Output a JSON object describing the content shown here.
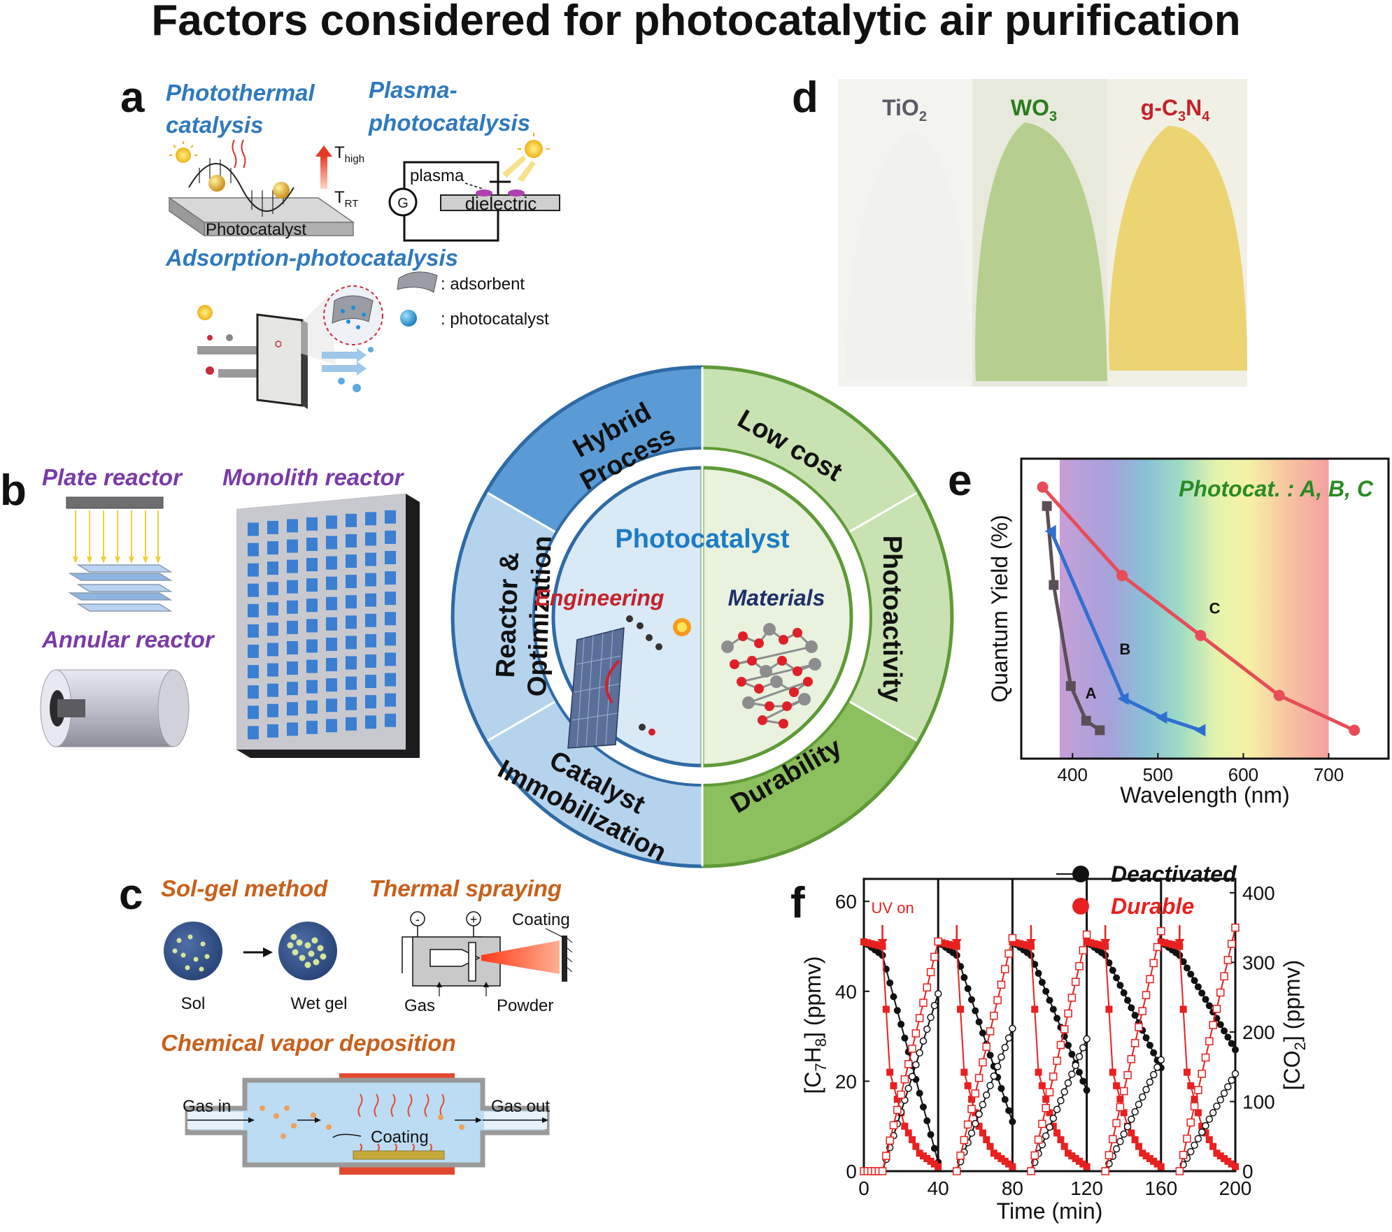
{
  "title": "Factors considered for photocatalytic air purification",
  "panels": {
    "a": {
      "label": "a",
      "photothermal_line1": "Photothermal",
      "photothermal_line2": "catalysis",
      "plasma_line1": "Plasma-",
      "plasma_line2": "photocatalysis",
      "t_high": "T",
      "t_high_sub": "high",
      "t_rt": "T",
      "t_rt_sub": "RT",
      "photocatalyst_plate": "Photocatalyst",
      "plasma_label": "plasma",
      "dielectric_label": "dielectric",
      "generator": "G",
      "adsorption_title": "Adsorption-photocatalysis",
      "legend_adsorbent": ": adsorbent",
      "legend_photocatalyst": ": photocatalyst"
    },
    "b": {
      "label": "b",
      "plate": "Plate reactor",
      "monolith": "Monolith reactor",
      "annular": "Annular reactor"
    },
    "c": {
      "label": "c",
      "solgel": "Sol-gel method",
      "thermal": "Thermal spraying",
      "sol": "Sol",
      "wetgel": "Wet gel",
      "minus": "-",
      "plus": "+",
      "coating_top": "Coating",
      "gas": "Gas",
      "powder": "Powder",
      "cvd": "Chemical vapor deposition",
      "gas_in": "Gas in",
      "gas_out": "Gas out",
      "coating_cvd": "Coating"
    },
    "d": {
      "label": "d",
      "tio2": "TiO",
      "tio2_sub": "2",
      "wo3": "WO",
      "wo3_sub": "3",
      "gcn_a": "g-C",
      "gcn_sub1": "3",
      "gcn_b": "N",
      "gcn_sub2": "4",
      "colors": {
        "tio2": "#f1f1ee",
        "wo3": "#b7cf8e",
        "gcn": "#ecd472"
      }
    },
    "wheel": {
      "center_title": "Photocatalyst",
      "engineering": "Engineering",
      "materials": "Materials",
      "hybrid_line1": "Hybrid",
      "hybrid_line2": "Process",
      "reactor_line1": "Reactor &",
      "reactor_line2": "Optimization",
      "immob_line1": "Catalyst",
      "immob_line2": "Immobilization",
      "lowcost": "Low cost",
      "photoactivity": "Photoactivity",
      "durability": "Durability",
      "colors": {
        "eng_dark": "#5b9bd5",
        "eng_light": "#b5d3ed",
        "mat_dark": "#8cbf5d",
        "mat_light": "#c9e2b2",
        "core_left": "#d9e9f6",
        "core_right": "#e8f2df"
      }
    },
    "e": {
      "label": "e"
    },
    "f": {
      "label": "f",
      "uv_on": "UV on"
    }
  },
  "chart_data": [
    {
      "type": "line",
      "panel": "e",
      "title": "Photocat. : A, B, C",
      "xlabel": "Wavelength (nm)",
      "ylabel": "Quantum Yield (%)",
      "xlim": [
        340,
        770
      ],
      "x_ticks": [
        400,
        500,
        600,
        700
      ],
      "y_ticks_shown": false,
      "visible_band_nm": [
        385,
        700
      ],
      "series": [
        {
          "name": "A",
          "color": "#5b4f57",
          "marker": "square",
          "x": [
            370,
            378,
            398,
            416,
            432
          ],
          "y": [
            8.0,
            5.5,
            2.3,
            1.2,
            0.9
          ]
        },
        {
          "name": "B",
          "color": "#2f6fd1",
          "marker": "triangle",
          "x": [
            375,
            460,
            505,
            550
          ],
          "y": [
            7.2,
            1.9,
            1.3,
            0.9
          ]
        },
        {
          "name": "C",
          "color": "#e84d57",
          "marker": "circle",
          "x": [
            365,
            458,
            550,
            642,
            730
          ],
          "y": [
            8.6,
            5.8,
            3.9,
            2.0,
            0.9
          ]
        }
      ]
    },
    {
      "type": "line",
      "panel": "f",
      "xlabel": "Time (min)",
      "ylabel_left_main": "[C",
      "ylabel_left_sub1": "7",
      "ylabel_left_mid": "H",
      "ylabel_left_sub2": "8",
      "ylabel_left_end": "] (ppmv)",
      "ylabel_right_main": "[CO",
      "ylabel_right_sub": "2",
      "ylabel_right_end": "] (ppmv)",
      "xlim": [
        0,
        200
      ],
      "ylim_left": [
        0,
        65
      ],
      "ylim_right": [
        0,
        420
      ],
      "x_ticks": [
        0,
        40,
        80,
        120,
        160,
        200
      ],
      "y_ticks_left": [
        0,
        20,
        40,
        60
      ],
      "y_ticks_right": [
        0,
        100,
        200,
        300,
        400
      ],
      "cycle_boundaries": [
        40,
        80,
        120,
        160
      ],
      "uv_on_times": [
        10,
        50,
        90,
        130,
        170
      ],
      "series": [
        {
          "name": "Deactivated",
          "color": "#111111",
          "axis": "left",
          "kind": "C7H8",
          "segments": [
            {
              "x": [
                0,
                10,
                40
              ],
              "y": [
                51,
                48,
                2
              ]
            },
            {
              "x": [
                40,
                50,
                80
              ],
              "y": [
                51,
                48,
                11
              ]
            },
            {
              "x": [
                80,
                90,
                120
              ],
              "y": [
                51,
                48,
                18
              ]
            },
            {
              "x": [
                120,
                130,
                160
              ],
              "y": [
                51,
                48,
                23
              ]
            },
            {
              "x": [
                160,
                170,
                200
              ],
              "y": [
                51,
                48,
                27
              ]
            }
          ]
        },
        {
          "name": "Durable",
          "color": "#e8201f",
          "axis": "left",
          "kind": "C7H8",
          "segments": [
            {
              "x": [
                0,
                10,
                14,
                22,
                30,
                40
              ],
              "y": [
                51,
                50,
                22,
                10,
                4,
                1
              ]
            },
            {
              "x": [
                40,
                50,
                54,
                62,
                70,
                80
              ],
              "y": [
                51,
                50,
                22,
                10,
                4,
                1
              ]
            },
            {
              "x": [
                80,
                90,
                94,
                102,
                110,
                120
              ],
              "y": [
                51,
                50,
                22,
                10,
                4,
                1
              ]
            },
            {
              "x": [
                120,
                130,
                134,
                142,
                150,
                160
              ],
              "y": [
                51,
                50,
                22,
                10,
                4,
                1
              ]
            },
            {
              "x": [
                160,
                170,
                174,
                182,
                190,
                200
              ],
              "y": [
                51,
                50,
                22,
                10,
                4,
                1
              ]
            }
          ]
        },
        {
          "name": "",
          "color": "#111111",
          "axis": "right",
          "kind": "CO2-open",
          "segments": [
            {
              "x": [
                10,
                40
              ],
              "y": [
                0,
                255
              ]
            },
            {
              "x": [
                50,
                80
              ],
              "y": [
                0,
                205
              ]
            },
            {
              "x": [
                90,
                120
              ],
              "y": [
                0,
                190
              ]
            },
            {
              "x": [
                130,
                160
              ],
              "y": [
                0,
                160
              ]
            },
            {
              "x": [
                170,
                200
              ],
              "y": [
                0,
                140
              ]
            }
          ]
        },
        {
          "name": "",
          "color": "#e8201f",
          "axis": "right",
          "kind": "CO2-open",
          "segments": [
            {
              "x": [
                0,
                10,
                40
              ],
              "y": [
                0,
                0,
                330
              ]
            },
            {
              "x": [
                50,
                80
              ],
              "y": [
                0,
                335
              ]
            },
            {
              "x": [
                90,
                120
              ],
              "y": [
                0,
                340
              ]
            },
            {
              "x": [
                130,
                160
              ],
              "y": [
                0,
                345
              ]
            },
            {
              "x": [
                170,
                200
              ],
              "y": [
                0,
                350
              ]
            }
          ]
        }
      ]
    }
  ]
}
